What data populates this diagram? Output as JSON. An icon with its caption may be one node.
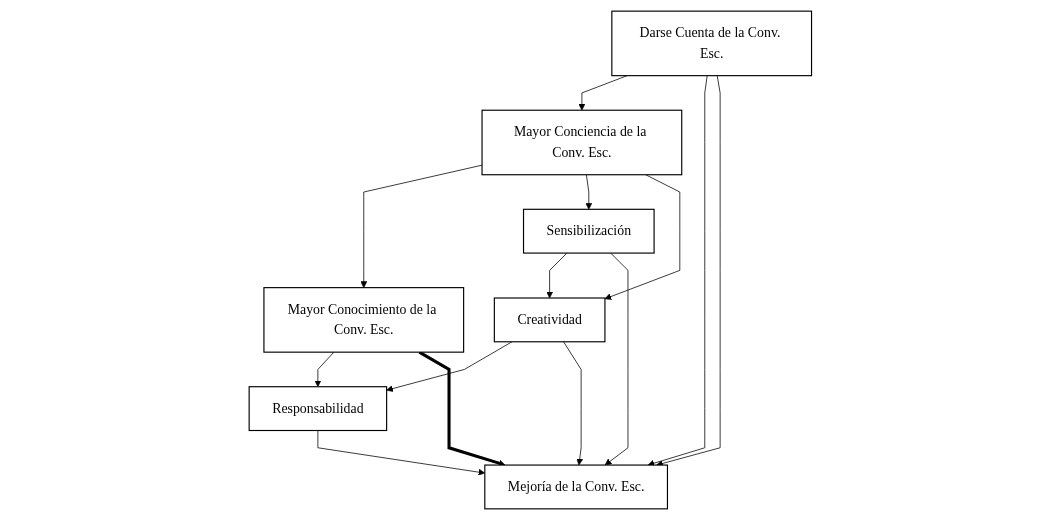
{
  "diagram": {
    "nodes": [
      {
        "text": [
          "Darse Cuenta de la Conv. Esc."
        ]
      },
      {
        "text": [
          "Mayor Conciencia de la Conv. Esc."
        ]
      },
      {
        "text": [
          "Mayor Conocimiento de la Conv. Esc."
        ]
      },
      {
        "text": [
          "Sensibilización"
        ]
      },
      {
        "text": [
          "Creatividad"
        ]
      },
      {
        "text": [
          "Responsabilidad"
        ]
      },
      {
        "text": [
          "Mejoría de la Conv. Esc."
        ]
      }
    ],
    "edges": [
      {
        "from": 0,
        "to": 1,
        "arrow": "to"
      },
      {
        "from": 1,
        "to": 2,
        "arrow": "to"
      },
      {
        "from": 1,
        "to": 3,
        "arrow": "to"
      },
      {
        "from": 1,
        "to": 4,
        "arrow": "to"
      },
      {
        "from": 3,
        "to": 4,
        "arrow": "to"
      },
      {
        "from": 4,
        "to": 5,
        "arrow": "to"
      },
      {
        "from": 2,
        "to": 5,
        "arrow": "to"
      },
      {
        "from": 2,
        "to": 6,
        "arrow": "to",
        "style": "thick"
      },
      {
        "from": 0,
        "to": 6,
        "arrow": "to"
      },
      {
        "from": 0,
        "to": 6,
        "arrow": "to"
      },
      {
        "from": 3,
        "to": 6,
        "arrow": "to"
      },
      {
        "from": 4,
        "to": 6,
        "arrow": "to"
      },
      {
        "from": 5,
        "to": 6,
        "arrow": "to"
      }
    ]
  }
}
